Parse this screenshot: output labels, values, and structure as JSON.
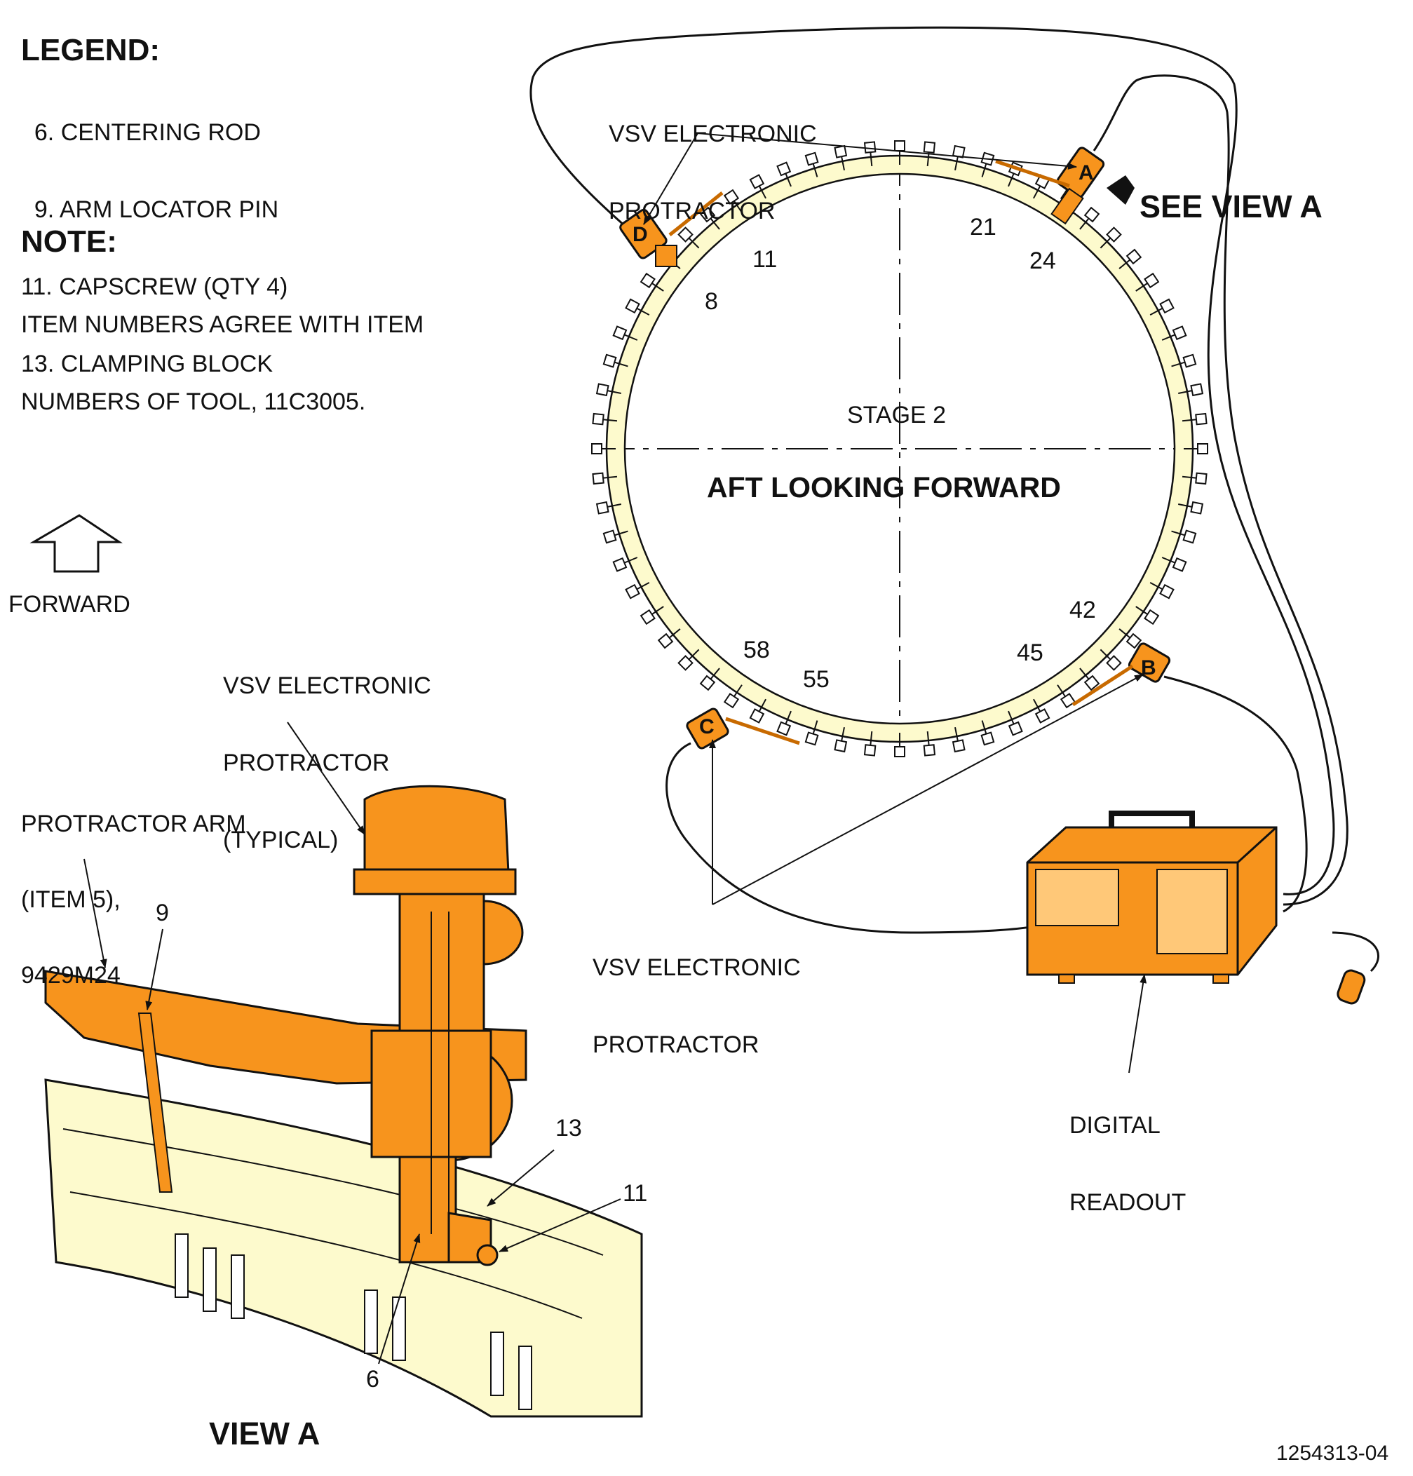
{
  "legend": {
    "title": "LEGEND:",
    "items": [
      "  6. CENTERING ROD",
      "  9. ARM LOCATOR PIN",
      "11. CAPSCREW (QTY 4)",
      "13. CLAMPING BLOCK"
    ]
  },
  "note": {
    "title": "NOTE:",
    "lines": [
      "ITEM NUMBERS AGREE WITH ITEM",
      "NUMBERS OF TOOL, 11C3005."
    ]
  },
  "forward_label": "FORWARD",
  "ring_view": {
    "protractor_label_top": [
      "VSV ELECTRONIC",
      "PROTRACTOR"
    ],
    "protractor_label_bottom": [
      "VSV ELECTRONIC",
      "PROTRACTOR"
    ],
    "see_view": "SEE VIEW A",
    "stage": "STAGE 2",
    "orientation": "AFT LOOKING FORWARD",
    "station_numbers": [
      "21",
      "24",
      "11",
      "8",
      "42",
      "45",
      "58",
      "55"
    ],
    "protractor_letters": [
      "A",
      "B",
      "C",
      "D"
    ],
    "readout_label": [
      "DIGITAL",
      "READOUT"
    ]
  },
  "view_a": {
    "title": "VIEW A",
    "protractor_label": [
      "VSV ELECTRONIC",
      "PROTRACTOR",
      "(TYPICAL)"
    ],
    "arm_label": [
      "PROTRACTOR ARM",
      "(ITEM 5),",
      "9429M24"
    ],
    "callouts": [
      "9",
      "13",
      "11",
      "6"
    ]
  },
  "figure_id": "1254313-04",
  "colors": {
    "orange": "#f7941d",
    "orange_dark": "#c86a00",
    "cream": "#fdfacd",
    "ink": "#111111"
  }
}
